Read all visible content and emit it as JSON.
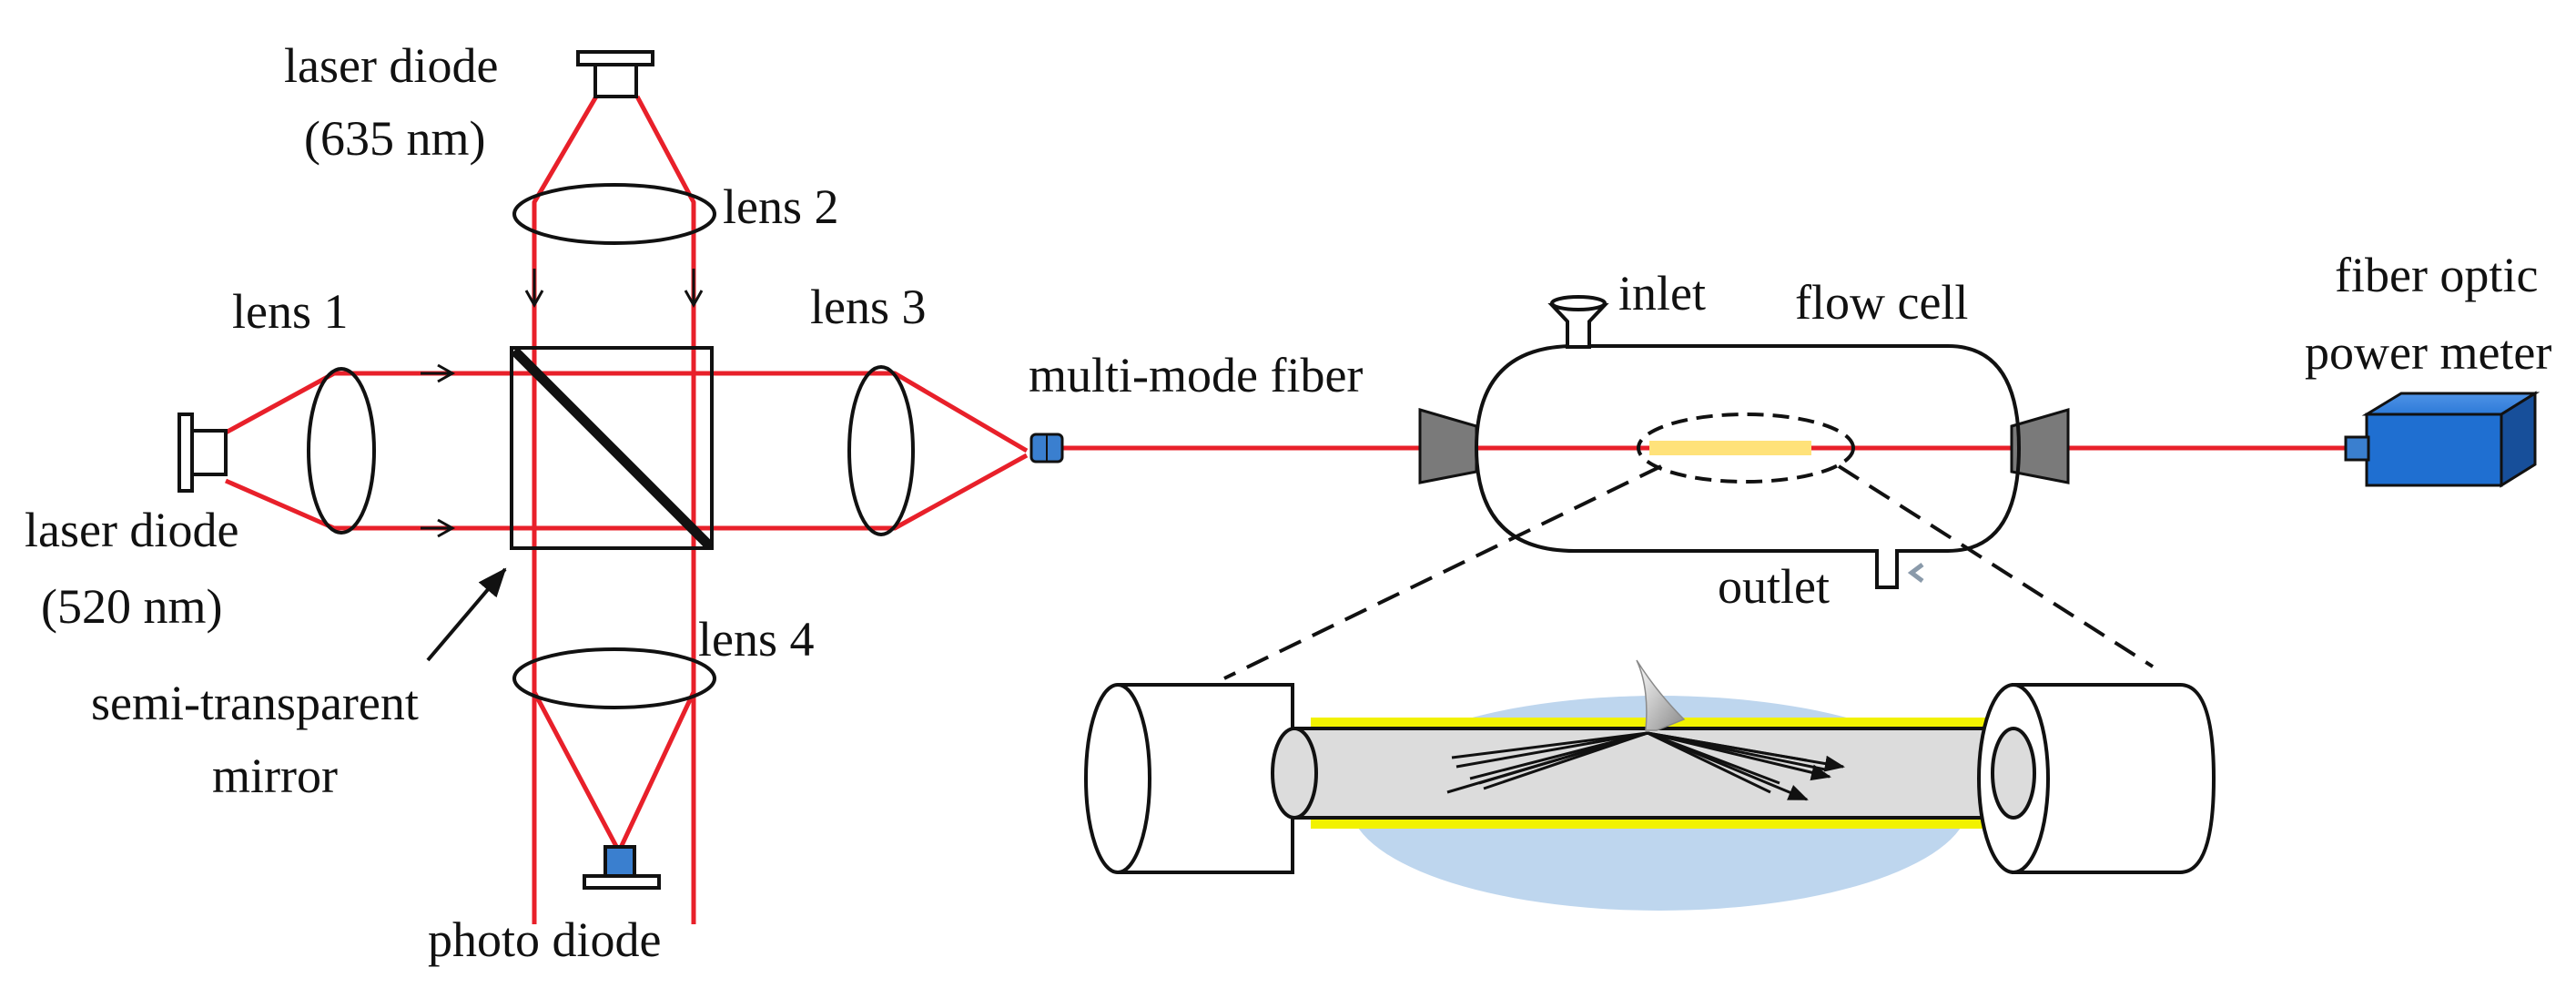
{
  "labels": {
    "laser_diode_635": [
      "laser diode",
      "(635 nm)"
    ],
    "laser_diode_520": [
      "laser diode",
      "(520 nm)"
    ],
    "lens1": "lens 1",
    "lens2": "lens 2",
    "lens3": "lens 3",
    "lens4": "lens 4",
    "mirror": [
      "semi-transparent",
      "mirror"
    ],
    "photo_diode": "photo diode",
    "fiber": "multi-mode fiber",
    "inlet": "inlet",
    "outlet": "outlet",
    "flow_cell": "flow cell",
    "power_meter": [
      "fiber optic",
      "power meter"
    ]
  },
  "colors": {
    "beam": "#e8202a",
    "meter_blue": "#1f6fd1",
    "cladding_yellow": "#f2f200",
    "liquid_blue": "#bed6ee",
    "core_gray": "#dcdcdc",
    "holder_gray": "#7a7a7a",
    "diode_blue": "#3a7fcf"
  }
}
